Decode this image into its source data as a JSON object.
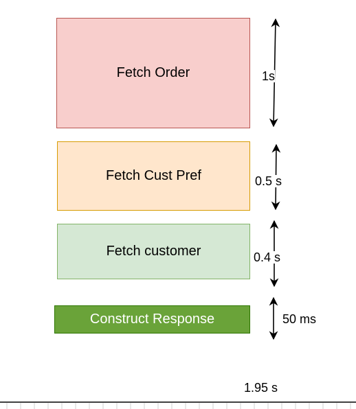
{
  "steps": [
    {
      "name": "Fetch Order",
      "duration": "1s",
      "color": "#f8cecc",
      "border": "#b85450"
    },
    {
      "name": "Fetch Cust Pref",
      "duration": "0.5 s",
      "color": "#ffe6cc",
      "border": "#d79b00"
    },
    {
      "name": "Fetch customer",
      "duration": "0.4 s",
      "color": "#d5e8d4",
      "border": "#82b366"
    },
    {
      "name": "Construct Response",
      "duration": "50 ms",
      "color": "#6aa339",
      "border": "#2d7600"
    }
  ],
  "total": "1.95 s"
}
